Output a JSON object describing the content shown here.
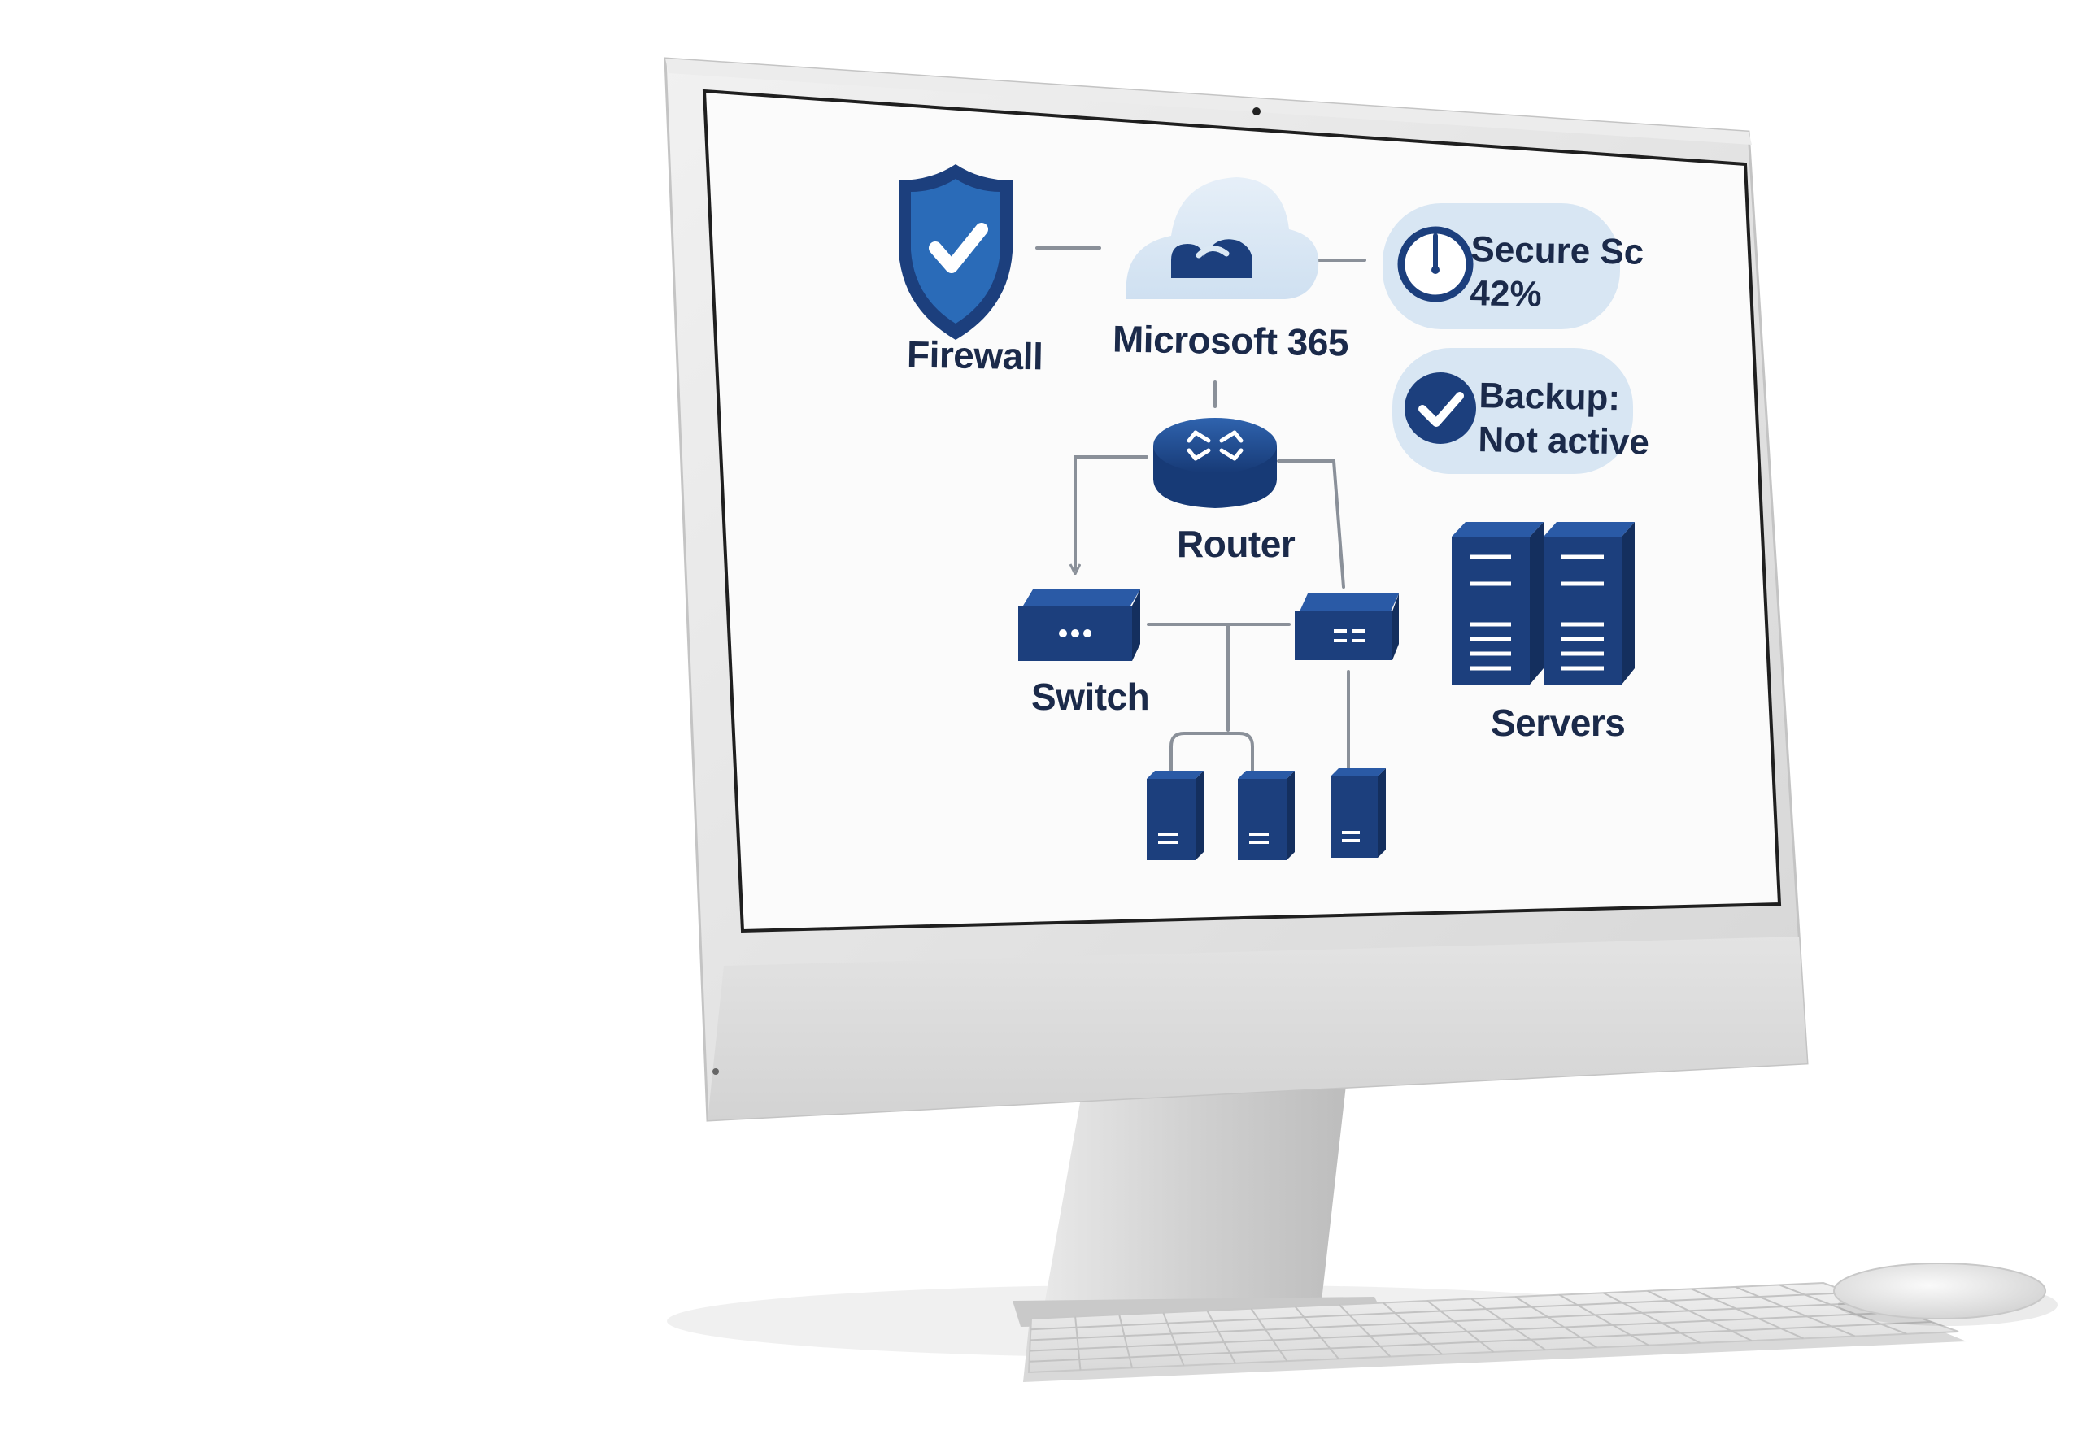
{
  "diagram": {
    "firewall_label": "Firewall",
    "cloud_label": "Microsoft 365",
    "router_label": "Router",
    "switch_label": "Switch",
    "servers_label": "Servers",
    "secure_score": {
      "line1": "Secure Sc",
      "line2": "42%"
    },
    "backup": {
      "line1": "Backup:",
      "line2": "Not active"
    }
  },
  "colors": {
    "primary": "#1c3f7d",
    "accent": "#2a6bb8",
    "text": "#1b2a4a",
    "pill": "#d8e6f3",
    "cloud": "#dbe8f4",
    "connector": "#8a9099",
    "bezel": "#dcdcdc",
    "screen": "#fbfbfb"
  },
  "icons": [
    "shield-check-icon",
    "cloud-icon",
    "gauge-icon",
    "check-circle-icon",
    "router-icon",
    "switch-icon",
    "server-icon",
    "camera-icon",
    "keyboard-icon",
    "mouse-icon"
  ]
}
